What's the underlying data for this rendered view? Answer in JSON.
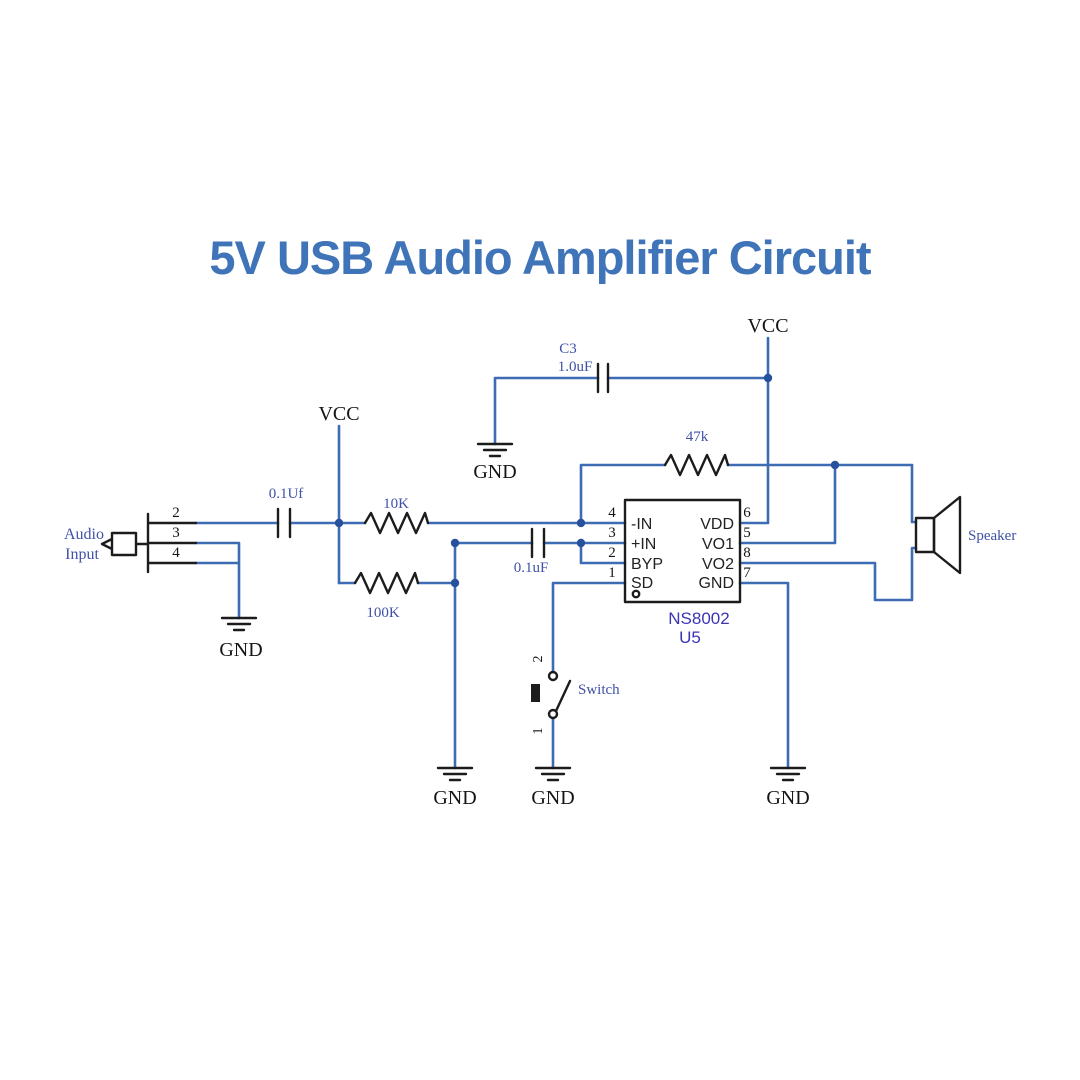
{
  "title": "5V USB Audio Amplifier Circuit",
  "colors": {
    "title": "#3f74b8",
    "wire": "#3d6cb4",
    "symbol": "#1c1c1c",
    "label_blue": "#3f51a8",
    "ic_text_blue": "#3c35b2"
  },
  "power": {
    "vcc_top": "VCC",
    "vcc_left": "VCC"
  },
  "ground_labels": [
    "GND",
    "GND",
    "GND",
    "GND",
    "GND"
  ],
  "audio_input": {
    "line1": "Audio",
    "line2": "Input",
    "pin2": "2",
    "pin3": "3",
    "pin4": "4"
  },
  "capacitors": {
    "input_value": "0.1Uf",
    "c3_ref": "C3",
    "c3_value": "1.0uF",
    "bypass_value": "0.1uF"
  },
  "resistors": {
    "r_10k": "10K",
    "r_100k": "100K",
    "r_47k": "47k"
  },
  "ic": {
    "part": "NS8002",
    "ref": "U5",
    "left_pins": [
      {
        "num": "4",
        "label": "-IN"
      },
      {
        "num": "3",
        "label": "+IN"
      },
      {
        "num": "2",
        "label": "BYP"
      },
      {
        "num": "1",
        "label": "SD"
      }
    ],
    "right_pins": [
      {
        "num": "6",
        "label": "VDD"
      },
      {
        "num": "5",
        "label": "VO1"
      },
      {
        "num": "8",
        "label": "VO2"
      },
      {
        "num": "7",
        "label": "GND"
      }
    ]
  },
  "switch": {
    "label": "Switch",
    "top_pin": "2",
    "bottom_pin": "1"
  },
  "speaker": {
    "label": "Speaker"
  }
}
